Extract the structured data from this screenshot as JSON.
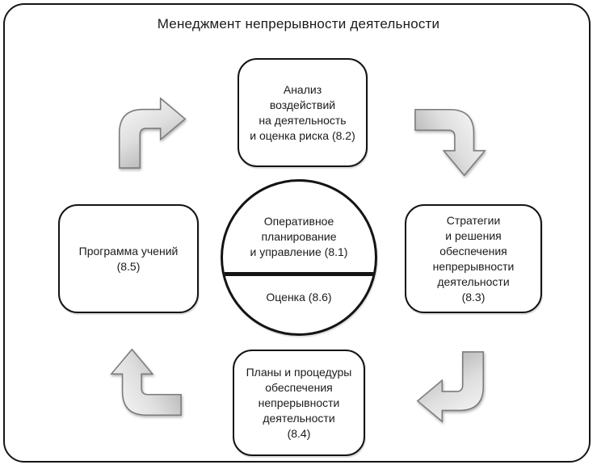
{
  "title": "Менеджмент непрерывности деятельности",
  "colors": {
    "frame_border": "#161616",
    "node_border": "#141414",
    "text": "#1b1b1b",
    "arrow_light": "#fbfbfb",
    "arrow_mid": "#dedede",
    "arrow_dark": "#b3b3b3",
    "arrow_stroke": "#7c7c7c",
    "background": "#ffffff"
  },
  "boxes": {
    "analysis": {
      "label": "Анализ\nвоздействий\nна деятельность\nи оценка риска (8.2)"
    },
    "strategies": {
      "label": "Стратегии\nи решения\nобеспечения\nнепрерывности\nдеятельности\n(8.3)"
    },
    "plans": {
      "label": "Планы и процедуры\nобеспечения\nнепрерывности\nдеятельности\n(8.4)"
    },
    "program": {
      "label": "Программа учений\n(8.5)"
    }
  },
  "circle": {
    "top_label": "Оперативное\nпланирование\nи управление (8.1)",
    "bottom_label": "Оценка (8.6)"
  },
  "arrows": [
    {
      "name": "elbow-arrow-up-right-icon",
      "from": "Программа учений (8.5)",
      "to": "Анализ воздействий (8.2)"
    },
    {
      "name": "elbow-arrow-right-down-icon",
      "from": "Анализ воздействий (8.2)",
      "to": "Стратегии и решения (8.3)"
    },
    {
      "name": "elbow-arrow-down-left-icon",
      "from": "Стратегии и решения (8.3)",
      "to": "Планы и процедуры (8.4)"
    },
    {
      "name": "elbow-arrow-left-up-icon",
      "from": "Планы и процедуры (8.4)",
      "to": "Программа учений (8.5)"
    }
  ]
}
